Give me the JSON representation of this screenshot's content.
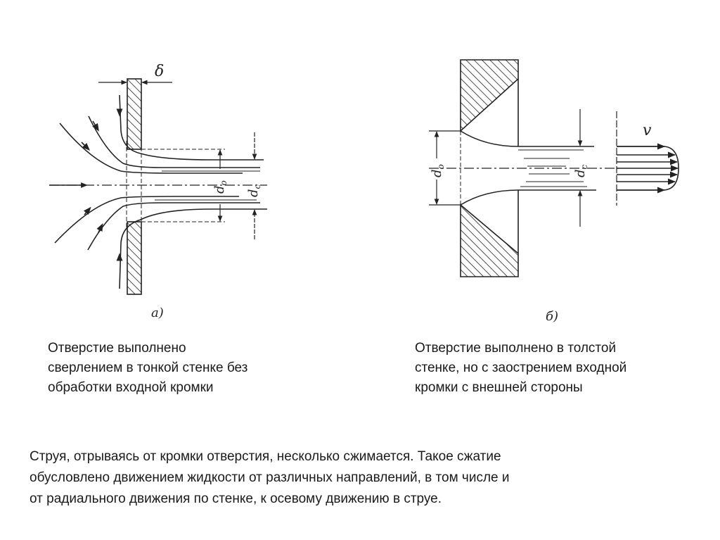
{
  "figure_a": {
    "label": "а)",
    "delta": "δ",
    "d0": "d",
    "d0_sub": "o",
    "dc": "d",
    "dc_sub": "c",
    "caption": [
      "Отверстие выполнено",
      "сверлением в тонкой стенке без",
      "обработки входной кромки"
    ]
  },
  "figure_b": {
    "label": "б)",
    "v": "v",
    "d0": "d",
    "d0_sub": "o",
    "dc": "d",
    "dc_sub": "c",
    "caption": [
      "Отверстие выполнено в толстой",
      "стенке, но с заострением входной",
      "кромки с внешней стороны"
    ]
  },
  "explanation": [
    "Струя, отрываясь от кромки отверстия, несколько сжимается. Такое сжатие",
    "обусловлено движением жидкости от различных направлений, в том числе и",
    "от радиального движения по стенке, к осевому движению в струе."
  ]
}
